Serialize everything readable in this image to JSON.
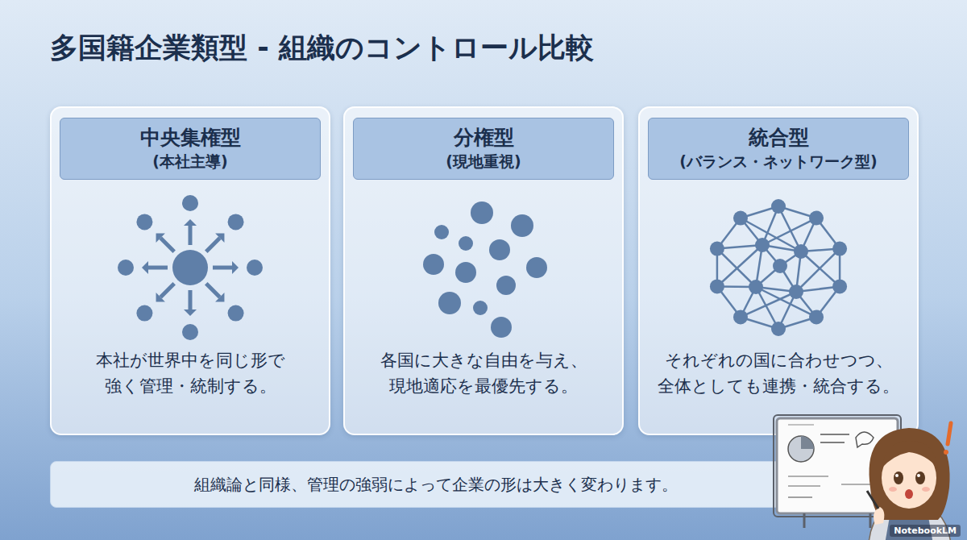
{
  "diagram": {
    "title": "多国籍企業類型 - 組織のコントロール比較",
    "nodes": [
      {
        "text": [
          "本社が世界中を同じ形で 強く管理・統制する。"
        ]
      },
      {
        "text": [
          "中央集権型",
          "(本社主導)"
        ],
        "in": 0
      },
      {
        "text": [
          "各国に大きな自由を与え、 現地適応を最優先する。"
        ]
      },
      {
        "text": [
          "分権型",
          "(現地重視)"
        ],
        "in": 2
      },
      {
        "text": [
          "それぞれの国に合わせつつ、 全体としても連携・統合する。"
        ]
      },
      {
        "text": [
          "統合型",
          "(バランス・ネットワーク型)"
        ],
        "in": 4
      },
      {
        "text": [
          "組織論と同様、管理の強弱によって企業の形は大きく変わります。"
        ]
      }
    ],
    "labels": [
      "NotebookLM"
    ]
  }
}
